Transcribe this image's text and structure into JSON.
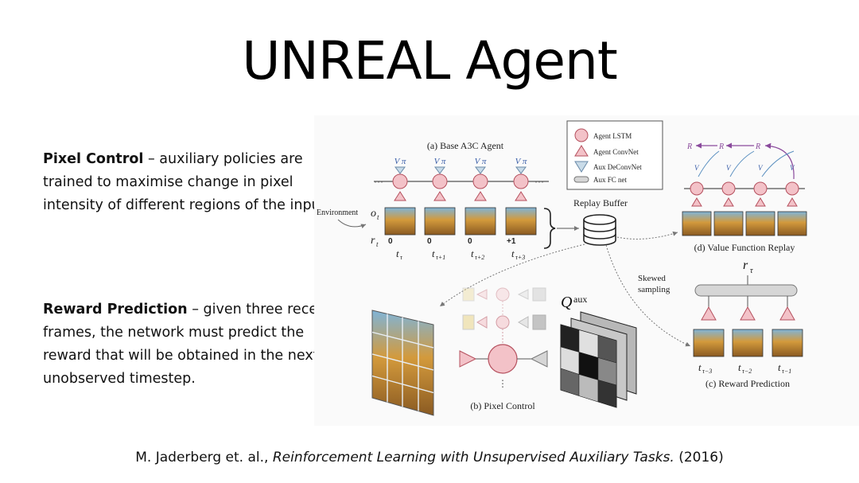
{
  "slide": {
    "title": "UNREAL Agent"
  },
  "bullets": [
    {
      "term": "Pixel Control",
      "text": " – auxiliary policies are trained to maximise change in pixel intensity of different regions of the input"
    },
    {
      "term": "Reward Prediction",
      "text": " – given three recent frames, the network must predict the reward that will be obtained in the next unobserved timestep."
    }
  ],
  "citation": {
    "authors": "M. Jaderberg et. al., ",
    "paper_title": "Reinforcement Learning with Unsupervised Auxiliary Tasks.",
    "year": " (2016)"
  },
  "diagram": {
    "legend": {
      "agent_lstm": "Agent LSTM",
      "agent_convnet": "Agent ConvNet",
      "aux_deconvnet": "Aux DeConvNet",
      "aux_fc": "Aux FC net"
    },
    "panel_a": {
      "title": "(a) Base A3C Agent",
      "environment": "Environment",
      "obs_label": "o",
      "obs_sub": "t",
      "reward_label": "r",
      "reward_sub": "t",
      "rewards": [
        "0",
        "0",
        "0",
        "+1"
      ],
      "time_labels": [
        "t",
        "t",
        "t",
        "t"
      ],
      "time_subs": [
        "τ",
        "τ+1",
        "τ+2",
        "τ+3"
      ],
      "output_label": "V π"
    },
    "replay_buffer": "Replay Buffer",
    "skewed_sampling": [
      "Skewed",
      "sampling"
    ],
    "panel_b": {
      "title": "(b) Pixel Control",
      "q_aux": "Q",
      "q_aux_sup": "aux"
    },
    "panel_c": {
      "title": "(c) Reward Prediction",
      "r_label": "r",
      "r_sub": "τ",
      "time_labels": [
        "t",
        "t",
        "t"
      ],
      "time_subs": [
        "τ−3",
        "τ−2",
        "τ−1"
      ]
    },
    "panel_d": {
      "title": "(d) Value Function Replay",
      "r_label": "R",
      "v_label": "V"
    },
    "colors": {
      "pink_fill": "#f3c2c8",
      "pink_stroke": "#b5505e",
      "blue_fill": "#c9dbe8",
      "gray_fill": "#d6d6d6",
      "purple": "#8a4a9c"
    }
  }
}
